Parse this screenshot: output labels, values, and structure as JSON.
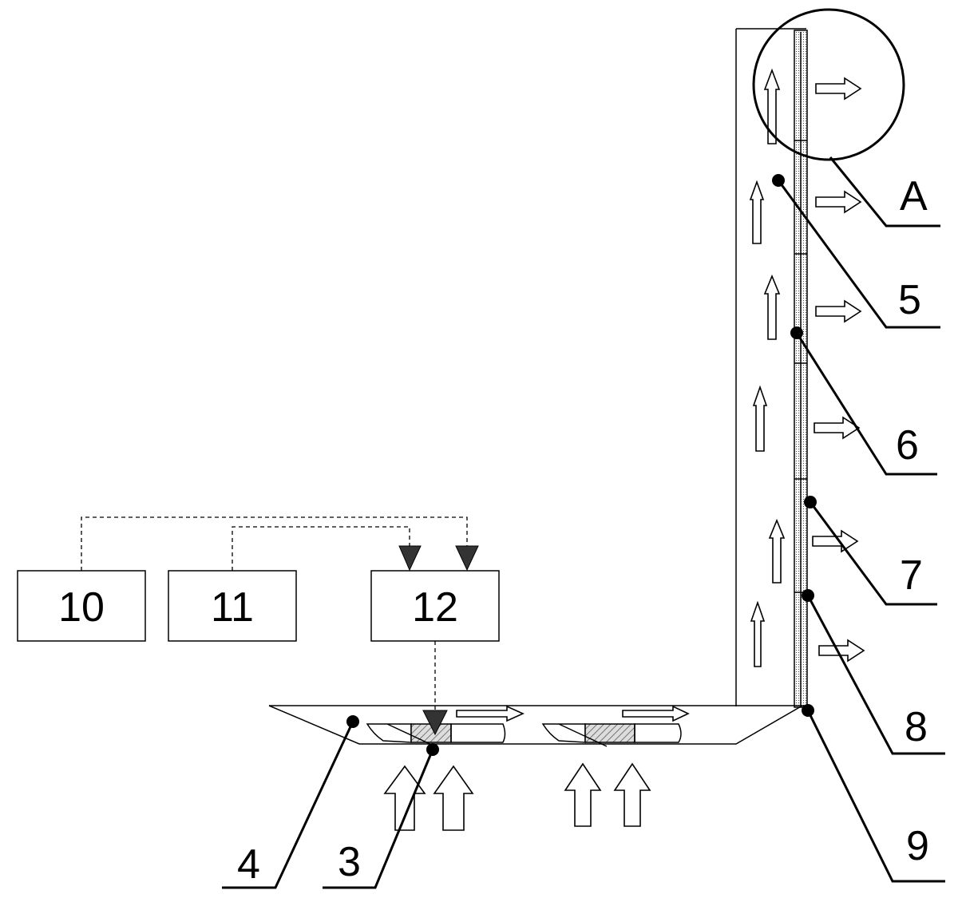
{
  "labels": {
    "box_10": "10",
    "box_11": "11",
    "box_12": "12",
    "ref_3": "3",
    "ref_4": "4",
    "ref_5": "5",
    "ref_6": "6",
    "ref_7": "7",
    "ref_8": "8",
    "ref_9": "9",
    "ref_A": "A"
  }
}
